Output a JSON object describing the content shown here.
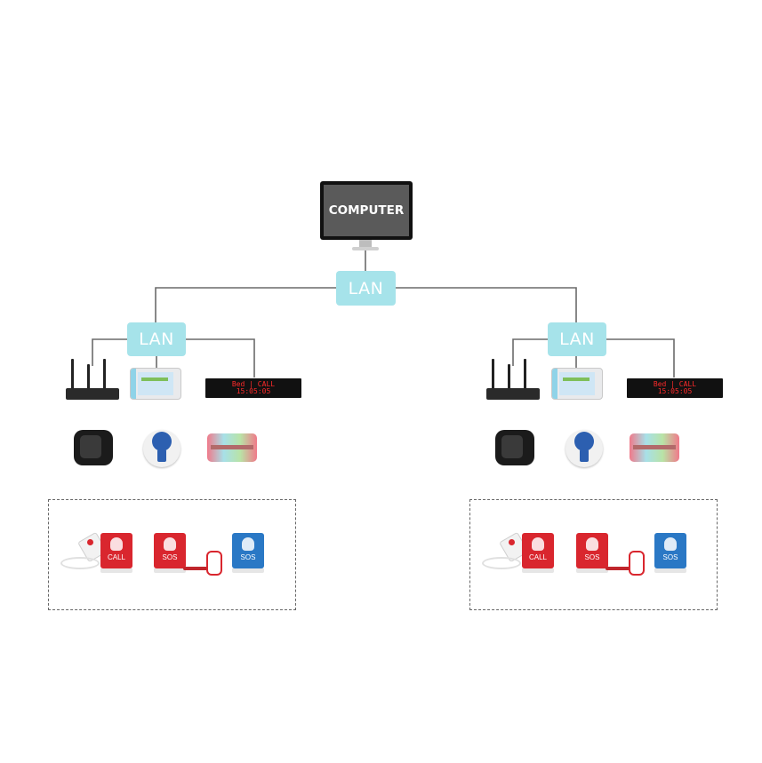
{
  "computer": {
    "label": "COMPUTER"
  },
  "lan_top": {
    "label": "LAN"
  },
  "left_group": {
    "lan_label": "LAN",
    "display_line1": "Bed | CALL",
    "display_line2": "15:05:05",
    "buttons": [
      {
        "label": "CALL",
        "color": "red"
      },
      {
        "label": "SOS",
        "color": "red"
      },
      {
        "label": "SOS",
        "color": "blue"
      }
    ]
  },
  "right_group": {
    "lan_label": "LAN",
    "display_line1": "Bed | CALL",
    "display_line2": "15:05:05",
    "buttons": [
      {
        "label": "CALL",
        "color": "red"
      },
      {
        "label": "SOS",
        "color": "red"
      },
      {
        "label": "SOS",
        "color": "blue"
      }
    ]
  },
  "colors": {
    "lan_box": "#a6e3ea",
    "connector": "#6a6a6a",
    "alarm_red": "#d9262e",
    "alarm_blue": "#2a78c5",
    "led_text": "#ff2a2a"
  }
}
